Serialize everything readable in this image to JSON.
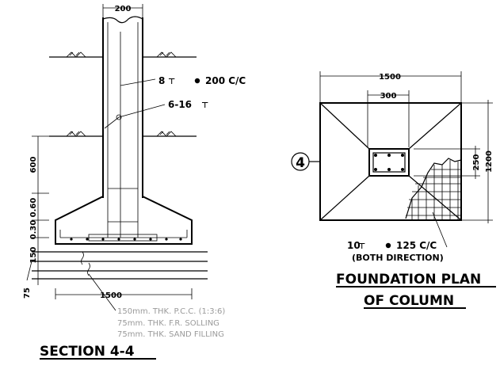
{
  "section": {
    "column_width": "200",
    "main_rebar": "6-16",
    "tie_bar_size": "8",
    "tie_spacing": "200 C/C",
    "dim_600": "600",
    "dim_060": "0.60",
    "dim_030": "0.30",
    "dim_150": "150",
    "dim_75": "75",
    "footing_width": "1500",
    "layers": [
      "150mm. THK. P.C.C. (1:3:6)",
      "75mm. THK. F.R. SOLLING",
      "75mm. THK. SAND FILLING"
    ],
    "title": "SECTION 4-4"
  },
  "plan": {
    "footing_width": "1500",
    "column_width": "300",
    "column_depth": "250",
    "footing_depth": "1200",
    "marker": "4",
    "bottom_bar_size": "10",
    "bottom_spacing": "125 C/C",
    "bottom_note": "(BOTH DIRECTION)",
    "title_line1": "FOUNDATION PLAN",
    "title_line2": "OF COLUMN"
  }
}
